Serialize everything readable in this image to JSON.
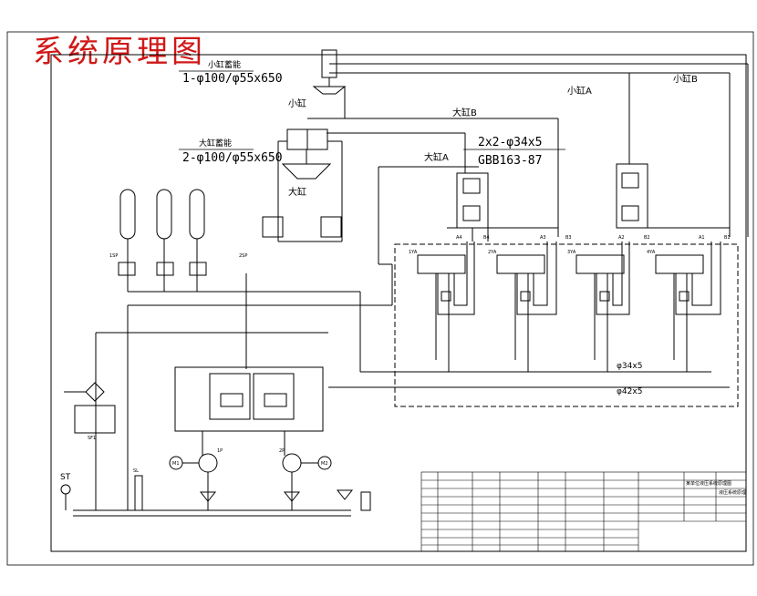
{
  "title": "系统原理图",
  "accumulator_small": {
    "name": "小缸蓄能",
    "spec": "1-φ100/φ55x650"
  },
  "accumulator_big": {
    "name": "大缸蓄能",
    "spec": "2-φ100/φ55x650"
  },
  "cylinders": {
    "small": "小缸",
    "big": "大缸",
    "small_a": "小缸A",
    "small_b": "小缸B",
    "big_a": "大缸A",
    "big_b": "大缸B"
  },
  "pipe_spec": {
    "top": "2x2-φ34x5",
    "bottom": "GBB163-87"
  },
  "pipes": {
    "d34": "φ34x5",
    "d42": "φ42x5"
  },
  "gauges": {
    "p1": "1SP",
    "p2": "2SP"
  },
  "valve_groups": [
    "1YA",
    "2YA",
    "3YA",
    "4YA"
  ],
  "ports": [
    "A4",
    "B4",
    "A3",
    "B3",
    "A2",
    "B2",
    "A1",
    "B1"
  ],
  "motors": [
    {
      "label": "M1",
      "pump": "1P"
    },
    {
      "label": "M2",
      "pump": "2P"
    }
  ],
  "misc": {
    "st": "ST",
    "sl": "SL",
    "filter": "SF1"
  },
  "title_block": {
    "unit": "某单位液压系统原理图",
    "name": "液压系统原理"
  }
}
